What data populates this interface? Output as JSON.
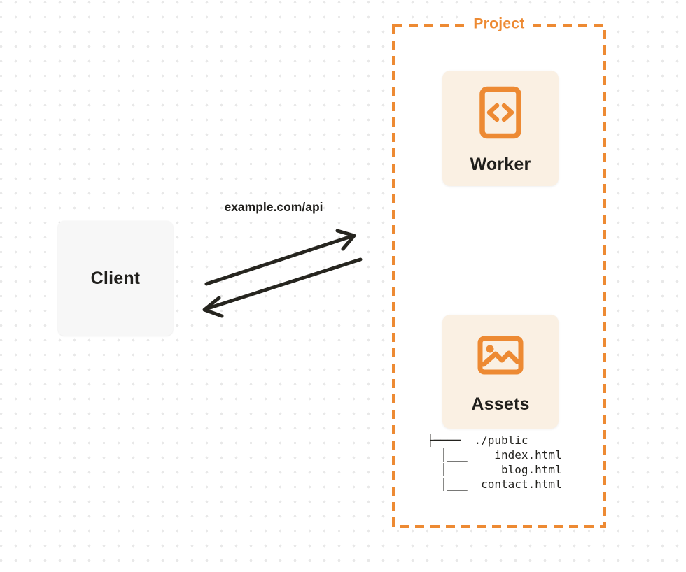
{
  "colors": {
    "accent_orange": "#ed8a33",
    "card_background": "#faf0e3",
    "client_background": "#f7f7f7",
    "arrow_ink": "#26251f",
    "text_ink": "#201f1c",
    "dot_grid": "#e8e8e8"
  },
  "client": {
    "label": "Client"
  },
  "request": {
    "label": "example.com/api"
  },
  "project": {
    "label": "Project",
    "worker": {
      "label": "Worker",
      "icon": "code-file-icon"
    },
    "assets": {
      "label": "Assets",
      "icon": "image-icon",
      "file_tree": {
        "root": "./public",
        "files": [
          "index.html",
          "blog.html",
          "contact.html"
        ],
        "lines": [
          "├────  ./public",
          "  │___    index.html",
          "  │___     blog.html",
          "  │___  contact.html"
        ]
      }
    }
  }
}
